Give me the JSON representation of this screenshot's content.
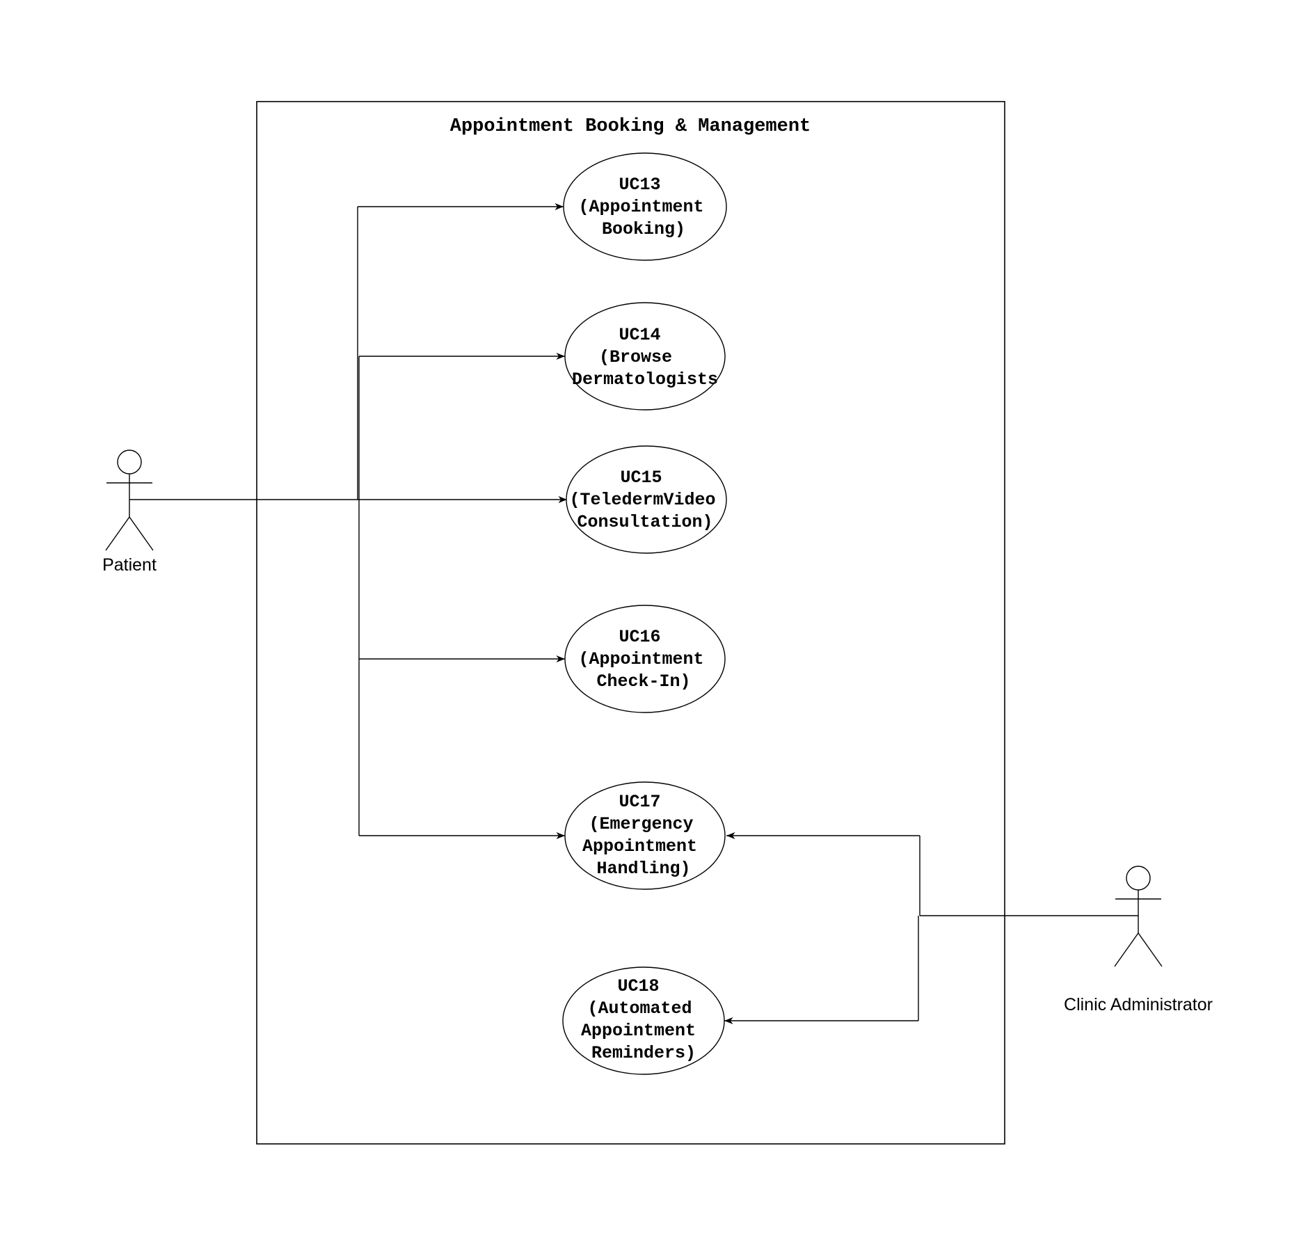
{
  "boundary": {
    "title": "Appointment Booking & Management"
  },
  "actors": {
    "patient": {
      "label": "Patient"
    },
    "admin": {
      "label": "Clinic Administrator"
    }
  },
  "use_cases": {
    "uc13": {
      "lines": [
        "UC13",
        "(Appointment",
        "Booking)"
      ]
    },
    "uc14": {
      "lines": [
        "UC14",
        "(Browse",
        "Dermatologists"
      ]
    },
    "uc15": {
      "lines": [
        "UC15",
        "(TeledermVideo",
        "Consultation)"
      ]
    },
    "uc16": {
      "lines": [
        "UC16",
        "(Appointment",
        "Check-In)"
      ]
    },
    "uc17": {
      "lines": [
        "UC17",
        "(Emergency",
        "Appointment",
        "Handling)"
      ]
    },
    "uc18": {
      "lines": [
        "UC18",
        "(Automated",
        "Appointment",
        "Reminders)"
      ]
    }
  },
  "colors": {
    "line": "#000000",
    "background": "#ffffff"
  }
}
